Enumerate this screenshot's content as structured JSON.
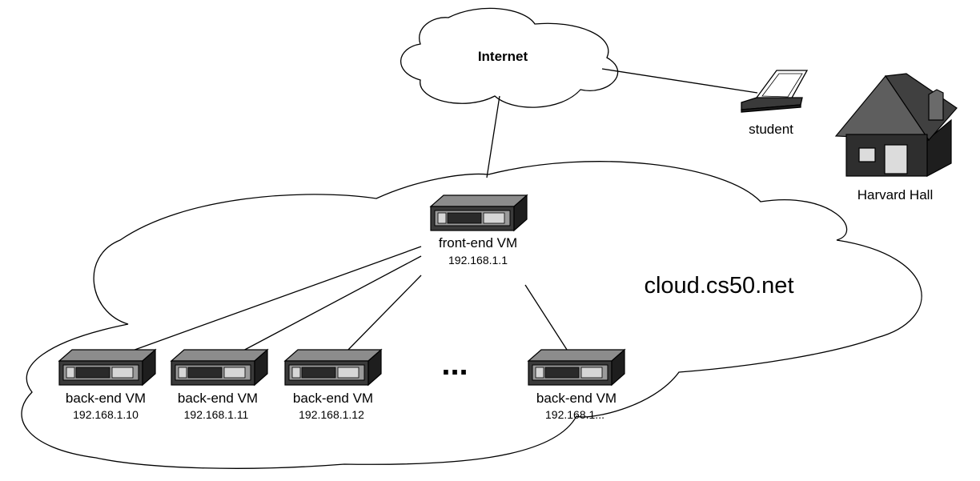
{
  "internet": {
    "label": "Internet"
  },
  "student": {
    "label": "student"
  },
  "building": {
    "label": "Harvard Hall"
  },
  "cloud": {
    "label": "cloud.cs50.net"
  },
  "front_end": {
    "label": "front-end VM",
    "ip": "192.168.1.1"
  },
  "back_ends": [
    {
      "label": "back-end VM",
      "ip": "192.168.1.10"
    },
    {
      "label": "back-end VM",
      "ip": "192.168.1.11"
    },
    {
      "label": "back-end VM",
      "ip": "192.168.1.12"
    },
    {
      "label": "back-end VM",
      "ip": "192.168.1..."
    }
  ],
  "ellipsis": "...",
  "colors": {
    "line": "#000000",
    "server_top": "#8c8c8c",
    "server_front": "#3a3a3a",
    "server_side": "#1e1e1e",
    "house_roof": "#5e5e5e",
    "house_roof_side": "#404040",
    "house_wall": "#2e2e2e",
    "house_window": "#dcdcdc"
  }
}
